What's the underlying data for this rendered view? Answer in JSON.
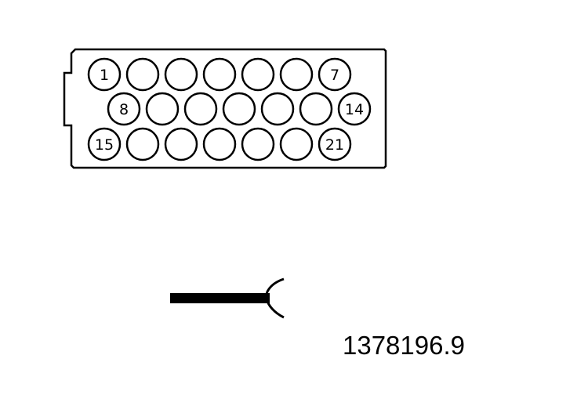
{
  "connector": {
    "rows": [
      {
        "count": 7,
        "labels": {
          "0": "1",
          "6": "7"
        }
      },
      {
        "count": 7,
        "labels": {
          "0": "8",
          "6": "14"
        }
      },
      {
        "count": 7,
        "labels": {
          "0": "15",
          "6": "21"
        }
      }
    ]
  },
  "reference_number": "1378196.9",
  "colors": {
    "ink": "#000000",
    "background": "#ffffff"
  }
}
